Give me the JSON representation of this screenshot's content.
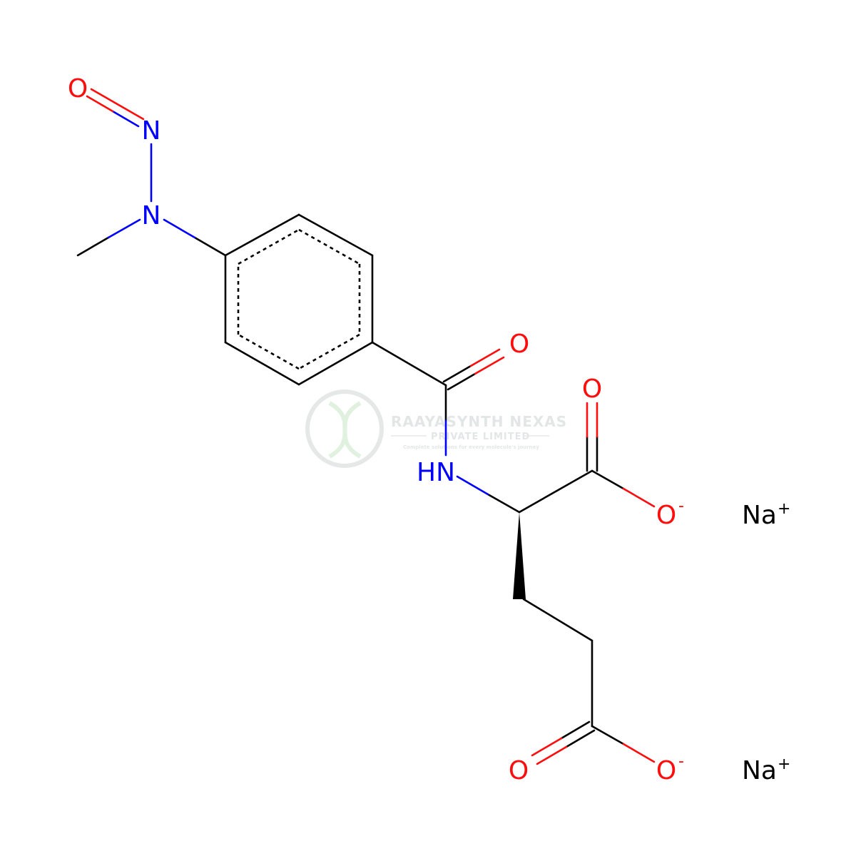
{
  "colors": {
    "bond": "#000000",
    "oxygen": "#ff0d0d",
    "nitrogen": "#0000ff",
    "sodium": "#000000",
    "watermark": "#9aa3a3"
  },
  "atoms": {
    "o_nitroso": "O",
    "n_nitroso": "N",
    "n_amine": "N",
    "o_amide": "O",
    "nh": "HN",
    "o_carboxyl_top": "O",
    "o_minus_1": "O",
    "charge_minus_1": "-",
    "o_carboxyl_bottom": "O",
    "o_minus_2": "O",
    "charge_minus_2": "-",
    "na_1": "Na",
    "charge_plus_1": "+",
    "na_2": "Na",
    "charge_plus_2": "+"
  },
  "watermark": {
    "company": "RAAYASYNTH NEXAS",
    "subtitle": "PRIVATE LIMITED",
    "tagline": "Complete solutions for every molecule's journey",
    "icon": "dna-helix-icon"
  }
}
